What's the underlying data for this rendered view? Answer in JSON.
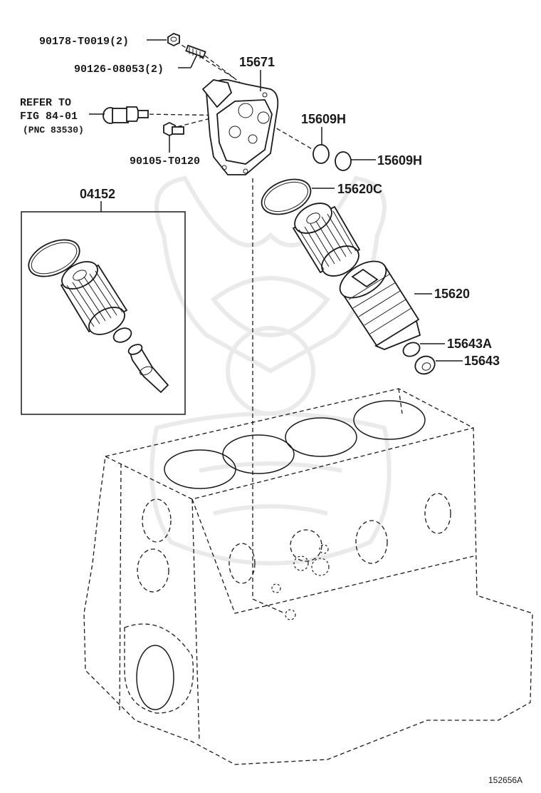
{
  "diagram": {
    "labels": {
      "p90178": "90178-T0019(2)",
      "p90126": "90126-08053(2)",
      "refer_line1": "REFER TO",
      "refer_line2": "FIG 84-01",
      "refer_line3": "(PNC 83530)",
      "p90105": "90105-T0120",
      "p15671": "15671",
      "p15609h_a": "15609H",
      "p15609h_b": "15609H",
      "p15620c": "15620C",
      "p04152": "04152",
      "p15620": "15620",
      "p15643a": "15643A",
      "p15643": "15643"
    },
    "figure_code": "152656A"
  }
}
